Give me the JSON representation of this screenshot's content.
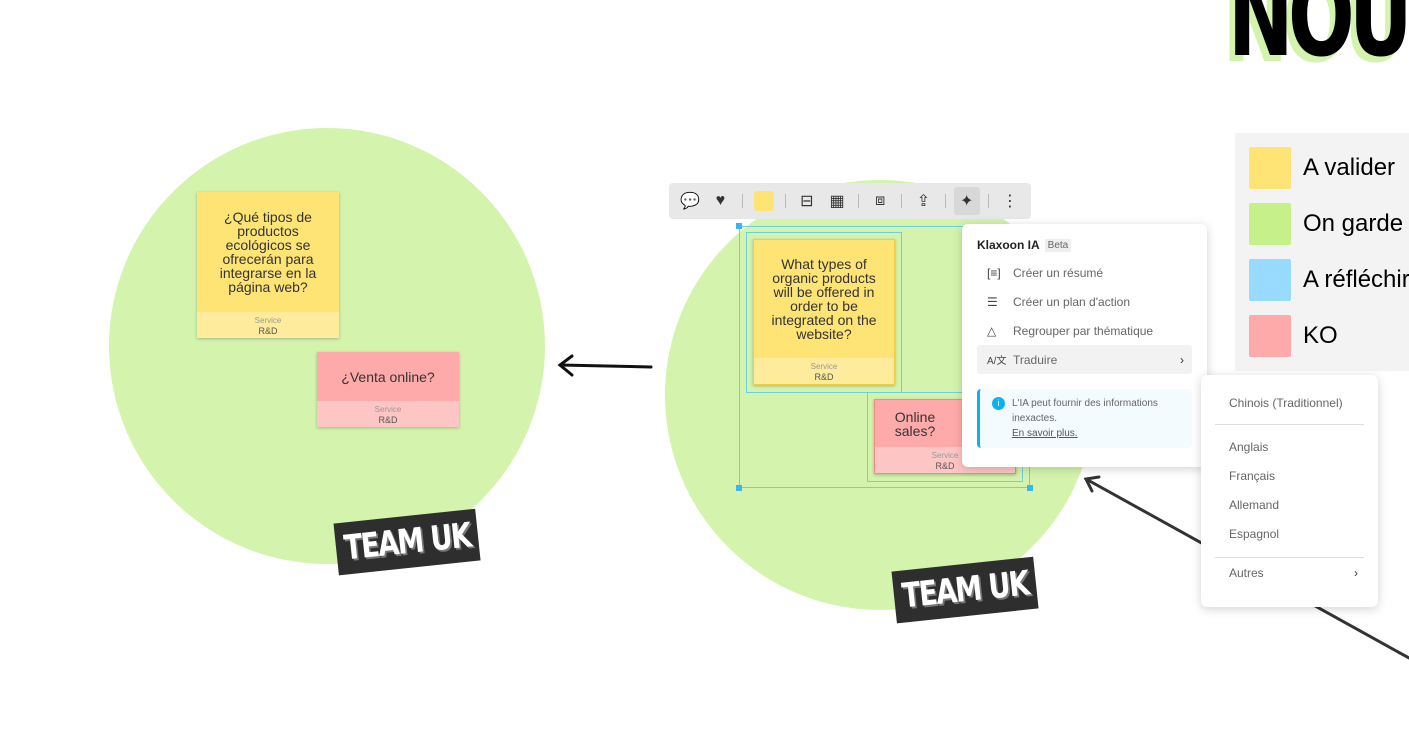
{
  "board_title": "NOU",
  "legend": [
    {
      "label": "A valider",
      "color": "#fde475"
    },
    {
      "label": "On garde",
      "color": "#c5f08a"
    },
    {
      "label": "A réfléchir",
      "color": "#99dbfe"
    },
    {
      "label": "KO",
      "color": "#feaaaa"
    }
  ],
  "left_group": {
    "notes": [
      {
        "text": "¿Qué tipos de productos ecológicos se ofrecerán para integrarse en la página web?",
        "field": "Service",
        "value": "R&D"
      },
      {
        "text": "¿Venta online?",
        "field": "Service",
        "value": "R&D"
      }
    ],
    "label": "TEAM UK"
  },
  "center_group": {
    "notes": [
      {
        "text": "What types of organic products will be offered in order to be integrated on the website?",
        "field": "Service",
        "value": "R&D"
      },
      {
        "text": "Online sales?",
        "field": "Service",
        "value": "R&D"
      }
    ],
    "label": "TEAM UK"
  },
  "ai_menu": {
    "title": "Klaxoon IA",
    "badge": "Beta",
    "items": [
      {
        "label": "Créer un résumé",
        "icon": "summary-icon"
      },
      {
        "label": "Créer un plan d'action",
        "icon": "checklist-icon"
      },
      {
        "label": "Regrouper par thématique",
        "icon": "shapes-icon"
      },
      {
        "label": "Traduire",
        "icon": "translate-icon"
      }
    ],
    "info": "L'IA peut fournir des informations inexactes.",
    "info_link": "En savoir plus."
  },
  "translate_menu": {
    "top": "Chinois (Traditionnel)",
    "languages": [
      "Anglais",
      "Français",
      "Allemand",
      "Espagnol"
    ],
    "other": "Autres"
  },
  "toolbar": {
    "color": "#fde475"
  }
}
